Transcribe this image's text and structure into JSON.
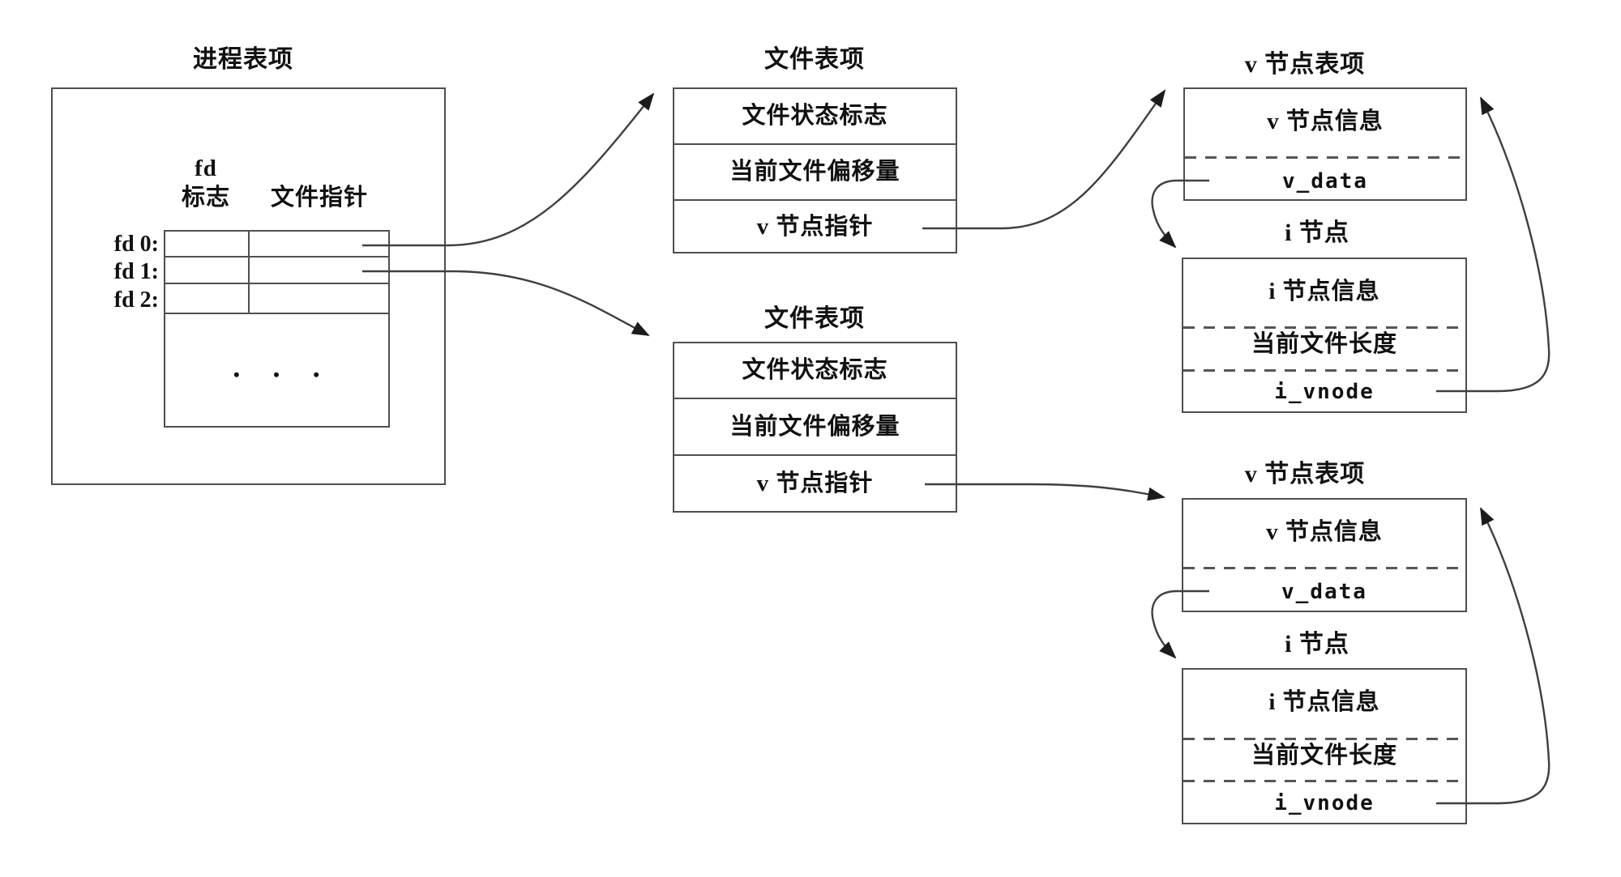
{
  "colors": {
    "line": "#3f3f3f",
    "arrow_fill": "#1c1c1c",
    "background": "#ffffff"
  },
  "process_table": {
    "title": "进程表项",
    "header_fd": "fd",
    "header_flags": "标志",
    "header_pointer": "文件指针",
    "rows": [
      {
        "label": "fd 0:"
      },
      {
        "label": "fd 1:"
      },
      {
        "label": "fd 2:"
      }
    ],
    "ellipsis": "•  •  •"
  },
  "file_tables": [
    {
      "title": "文件表项",
      "rows": [
        "文件状态标志",
        "当前文件偏移量",
        "v 节点指针"
      ]
    },
    {
      "title": "文件表项",
      "rows": [
        "文件状态标志",
        "当前文件偏移量",
        "v 节点指针"
      ]
    }
  ],
  "vnode_tables": [
    {
      "title": "v 节点表项",
      "info_row": "v 节点信息",
      "data_row": "v_data"
    },
    {
      "title": "v 节点表项",
      "info_row": "v 节点信息",
      "data_row": "v_data"
    }
  ],
  "inode_tables": [
    {
      "title": "i 节点",
      "info_row": "i 节点信息",
      "length_row": "当前文件长度",
      "vnode_row": "i_vnode"
    },
    {
      "title": "i 节点",
      "info_row": "i 节点信息",
      "length_row": "当前文件长度",
      "vnode_row": "i_vnode"
    }
  ]
}
